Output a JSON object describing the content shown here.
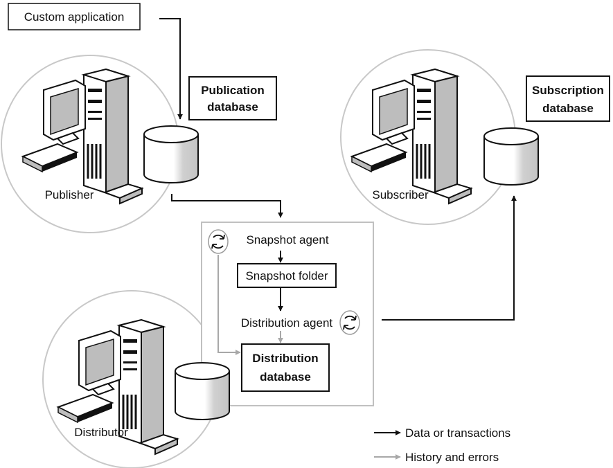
{
  "custom_application": "Custom application",
  "publication_database": {
    "line1": "Publication",
    "line2": "database"
  },
  "subscription_database": {
    "line1": "Subscription",
    "line2": "database"
  },
  "publisher": "Publisher",
  "subscriber": "Subscriber",
  "distributor": "Distributor",
  "snapshot_agent": "Snapshot agent",
  "snapshot_folder": "Snapshot folder",
  "distribution_agent": "Distribution agent",
  "distribution_database": {
    "line1": "Distribution",
    "line2": "database"
  },
  "legend": {
    "data": {
      "label": "Data or transactions",
      "color": "#111111"
    },
    "history": {
      "label": "History and errors",
      "color": "#a8a8a8"
    }
  }
}
